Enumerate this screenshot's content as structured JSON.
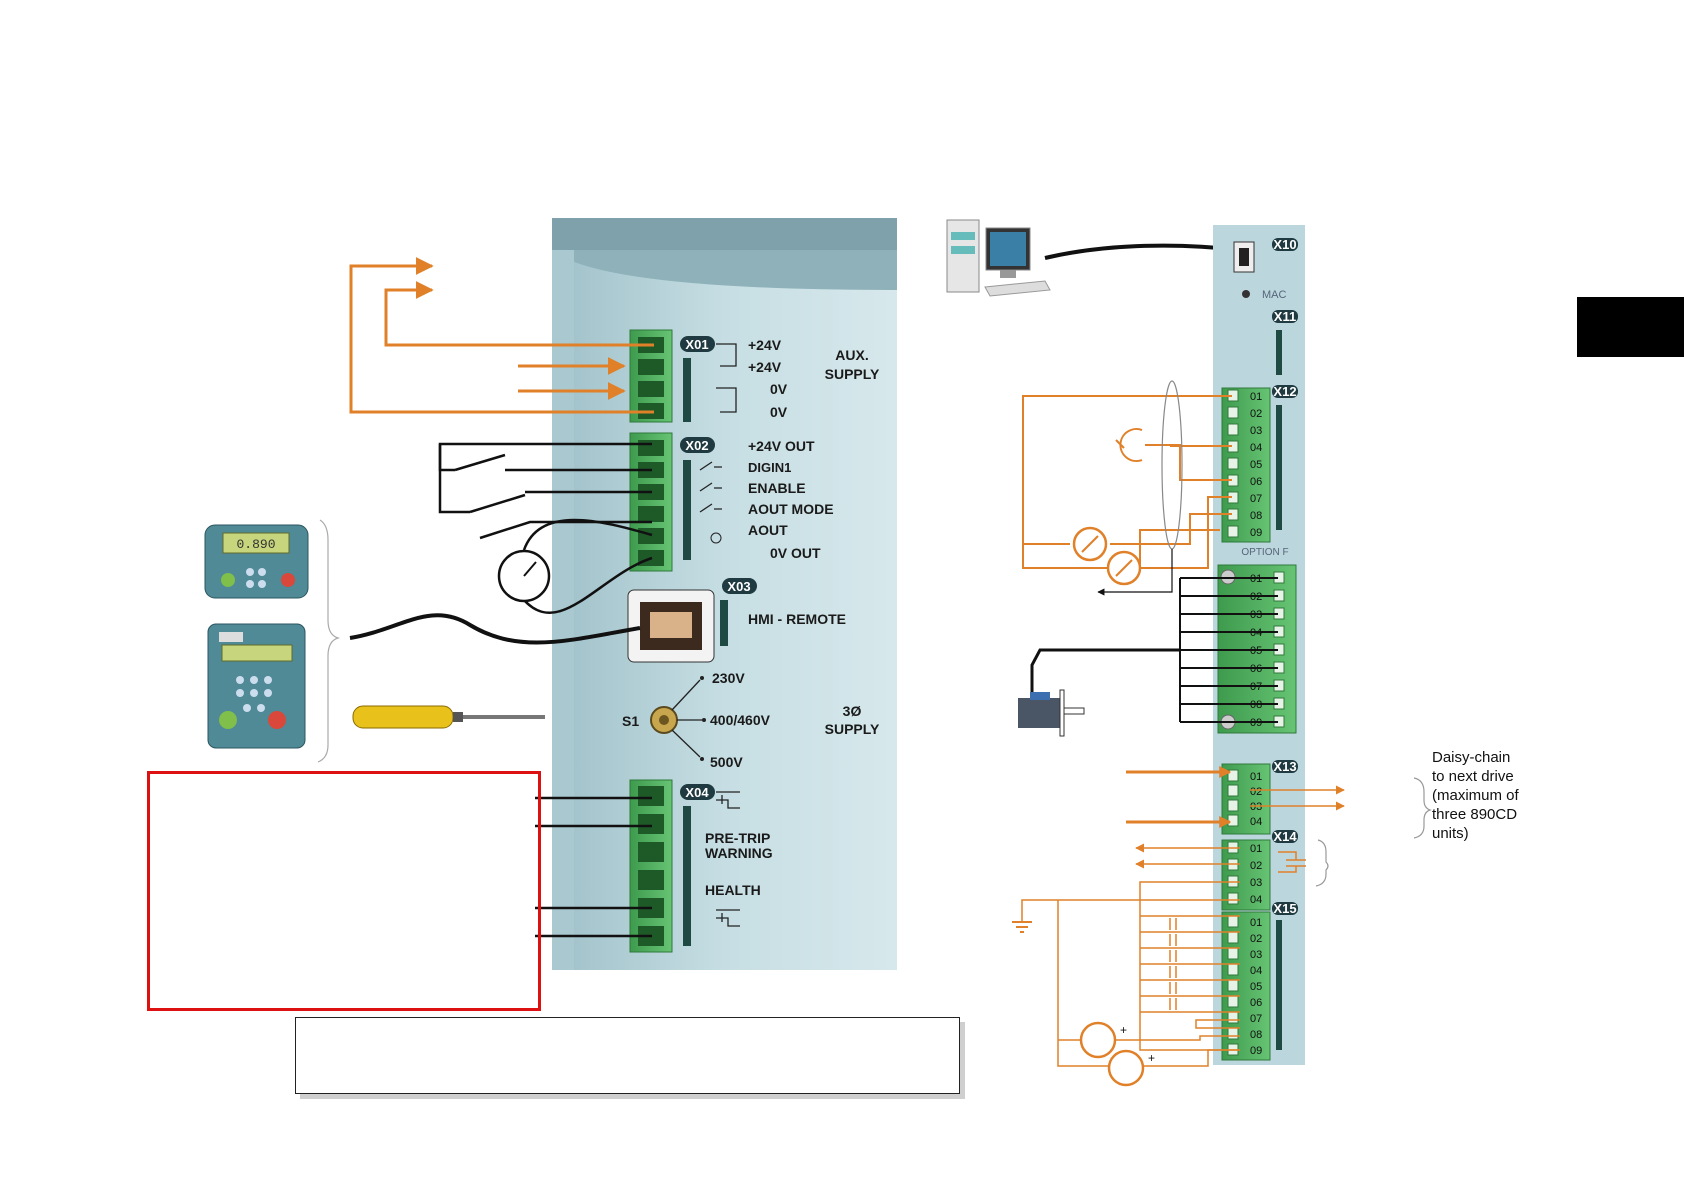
{
  "left_panel": {
    "x01": {
      "header": "X01",
      "terminals": [
        "+24V",
        "+24V",
        "0V",
        "0V"
      ],
      "group_label": [
        "AUX.",
        "SUPPLY"
      ]
    },
    "x02": {
      "header": "X02",
      "terminals": [
        "+24V OUT",
        "DIGIN1",
        "ENABLE",
        "AOUT MODE",
        "AOUT",
        "0V OUT"
      ]
    },
    "x03": {
      "header": "X03",
      "label": "HMI - REMOTE"
    },
    "s1": {
      "label": "S1",
      "positions": [
        "230V",
        "400/460V",
        "500V"
      ],
      "group_label": [
        "3Ø",
        "SUPPLY"
      ]
    },
    "x04": {
      "header": "X04",
      "labels": [
        "PRE-TRIP",
        "WARNING",
        "HEALTH"
      ]
    },
    "keypad_display": "0.890"
  },
  "right_panel": {
    "headers": {
      "x10": "X10",
      "x11": "X11",
      "x12": "X12",
      "x13": "X13",
      "x14": "X14",
      "x15": "X15"
    },
    "option_label": "OPTION F",
    "mac_label": "MAC",
    "x12_pins": [
      "01",
      "02",
      "03",
      "04",
      "05",
      "06",
      "07",
      "08",
      "09"
    ],
    "option_pins": [
      "01",
      "02",
      "03",
      "04",
      "05",
      "06",
      "07",
      "08",
      "09"
    ],
    "x13_pins": [
      "01",
      "02",
      "03",
      "04"
    ],
    "x14_pins": [
      "01",
      "02",
      "03",
      "04"
    ],
    "x15_pins": [
      "01",
      "02",
      "03",
      "04",
      "05",
      "06",
      "07",
      "08",
      "09"
    ]
  },
  "daisy_chain_note": [
    "Daisy-chain",
    "to next drive",
    "(maximum of",
    "three 890CD",
    "units)"
  ],
  "colors": {
    "wire_orange": "#e0812a",
    "wire_black": "#111111",
    "terminal_green": "#4fb35e",
    "panel_blue": "#b9d6dd",
    "warning_red": "#dd1111"
  }
}
